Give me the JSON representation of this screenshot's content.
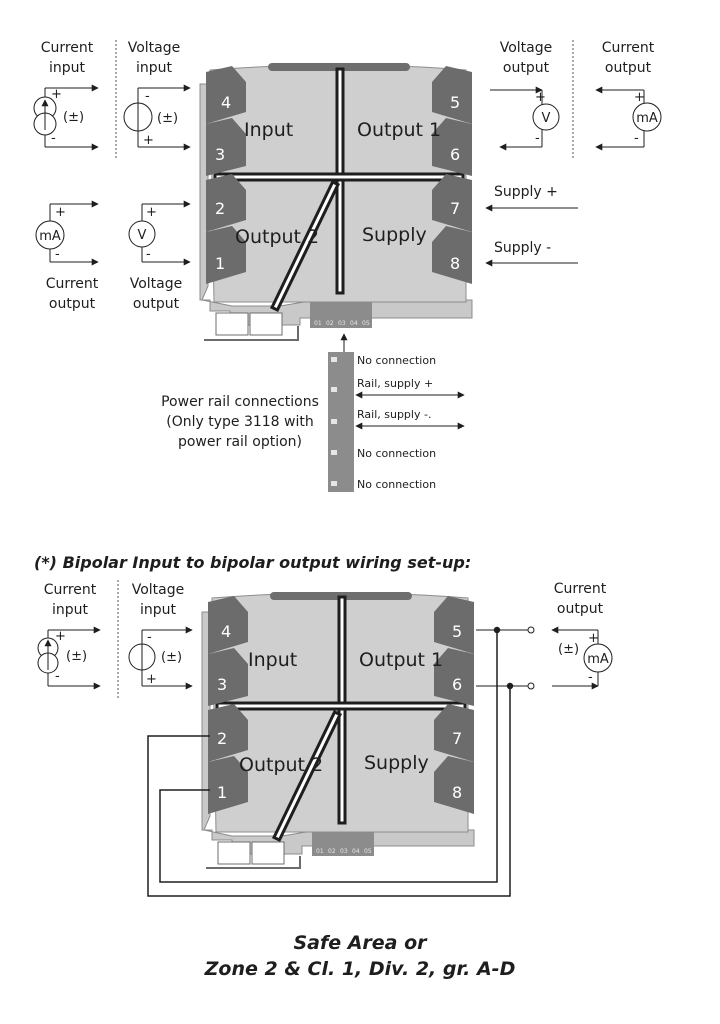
{
  "top": {
    "current_input": [
      "Current",
      "input"
    ],
    "voltage_input": [
      "Voltage",
      "input"
    ],
    "voltage_output_right": [
      "Voltage",
      "output"
    ],
    "current_output_right": [
      "Current",
      "output"
    ],
    "current_output_left": [
      "Current",
      "output"
    ],
    "voltage_output_left": [
      "Voltage",
      "output"
    ],
    "sections": {
      "input": "Input",
      "output1": "Output 1",
      "output2": "Output 2",
      "supply": "Supply"
    },
    "terminals": [
      "1",
      "2",
      "3",
      "4",
      "5",
      "6",
      "7",
      "8"
    ],
    "supply_plus": "Supply +",
    "supply_minus": "Supply -",
    "pm": "(±)",
    "meter_ma": "mA",
    "meter_v": "V",
    "plus": "+",
    "minus": "-",
    "rail_pins": [
      "01",
      "02",
      "03",
      "04",
      "05"
    ],
    "rail_title": [
      "Power rail connections",
      "(Only type 3118 with",
      "power rail option)"
    ],
    "rail_connections": [
      "No connection",
      "Rail, supply +",
      "Rail, supply -.",
      "No connection",
      "No connection"
    ]
  },
  "bottom": {
    "heading": "(*) Bipolar Input to bipolar output wiring set-up:",
    "current_input": [
      "Current",
      "input"
    ],
    "voltage_input": [
      "Voltage",
      "input"
    ],
    "current_output": [
      "Current",
      "output"
    ],
    "pm": "(±)",
    "meter_ma": "mA"
  },
  "footer": [
    "Safe Area or",
    "Zone 2 & Cl. 1, Div. 2, gr. A-D"
  ]
}
